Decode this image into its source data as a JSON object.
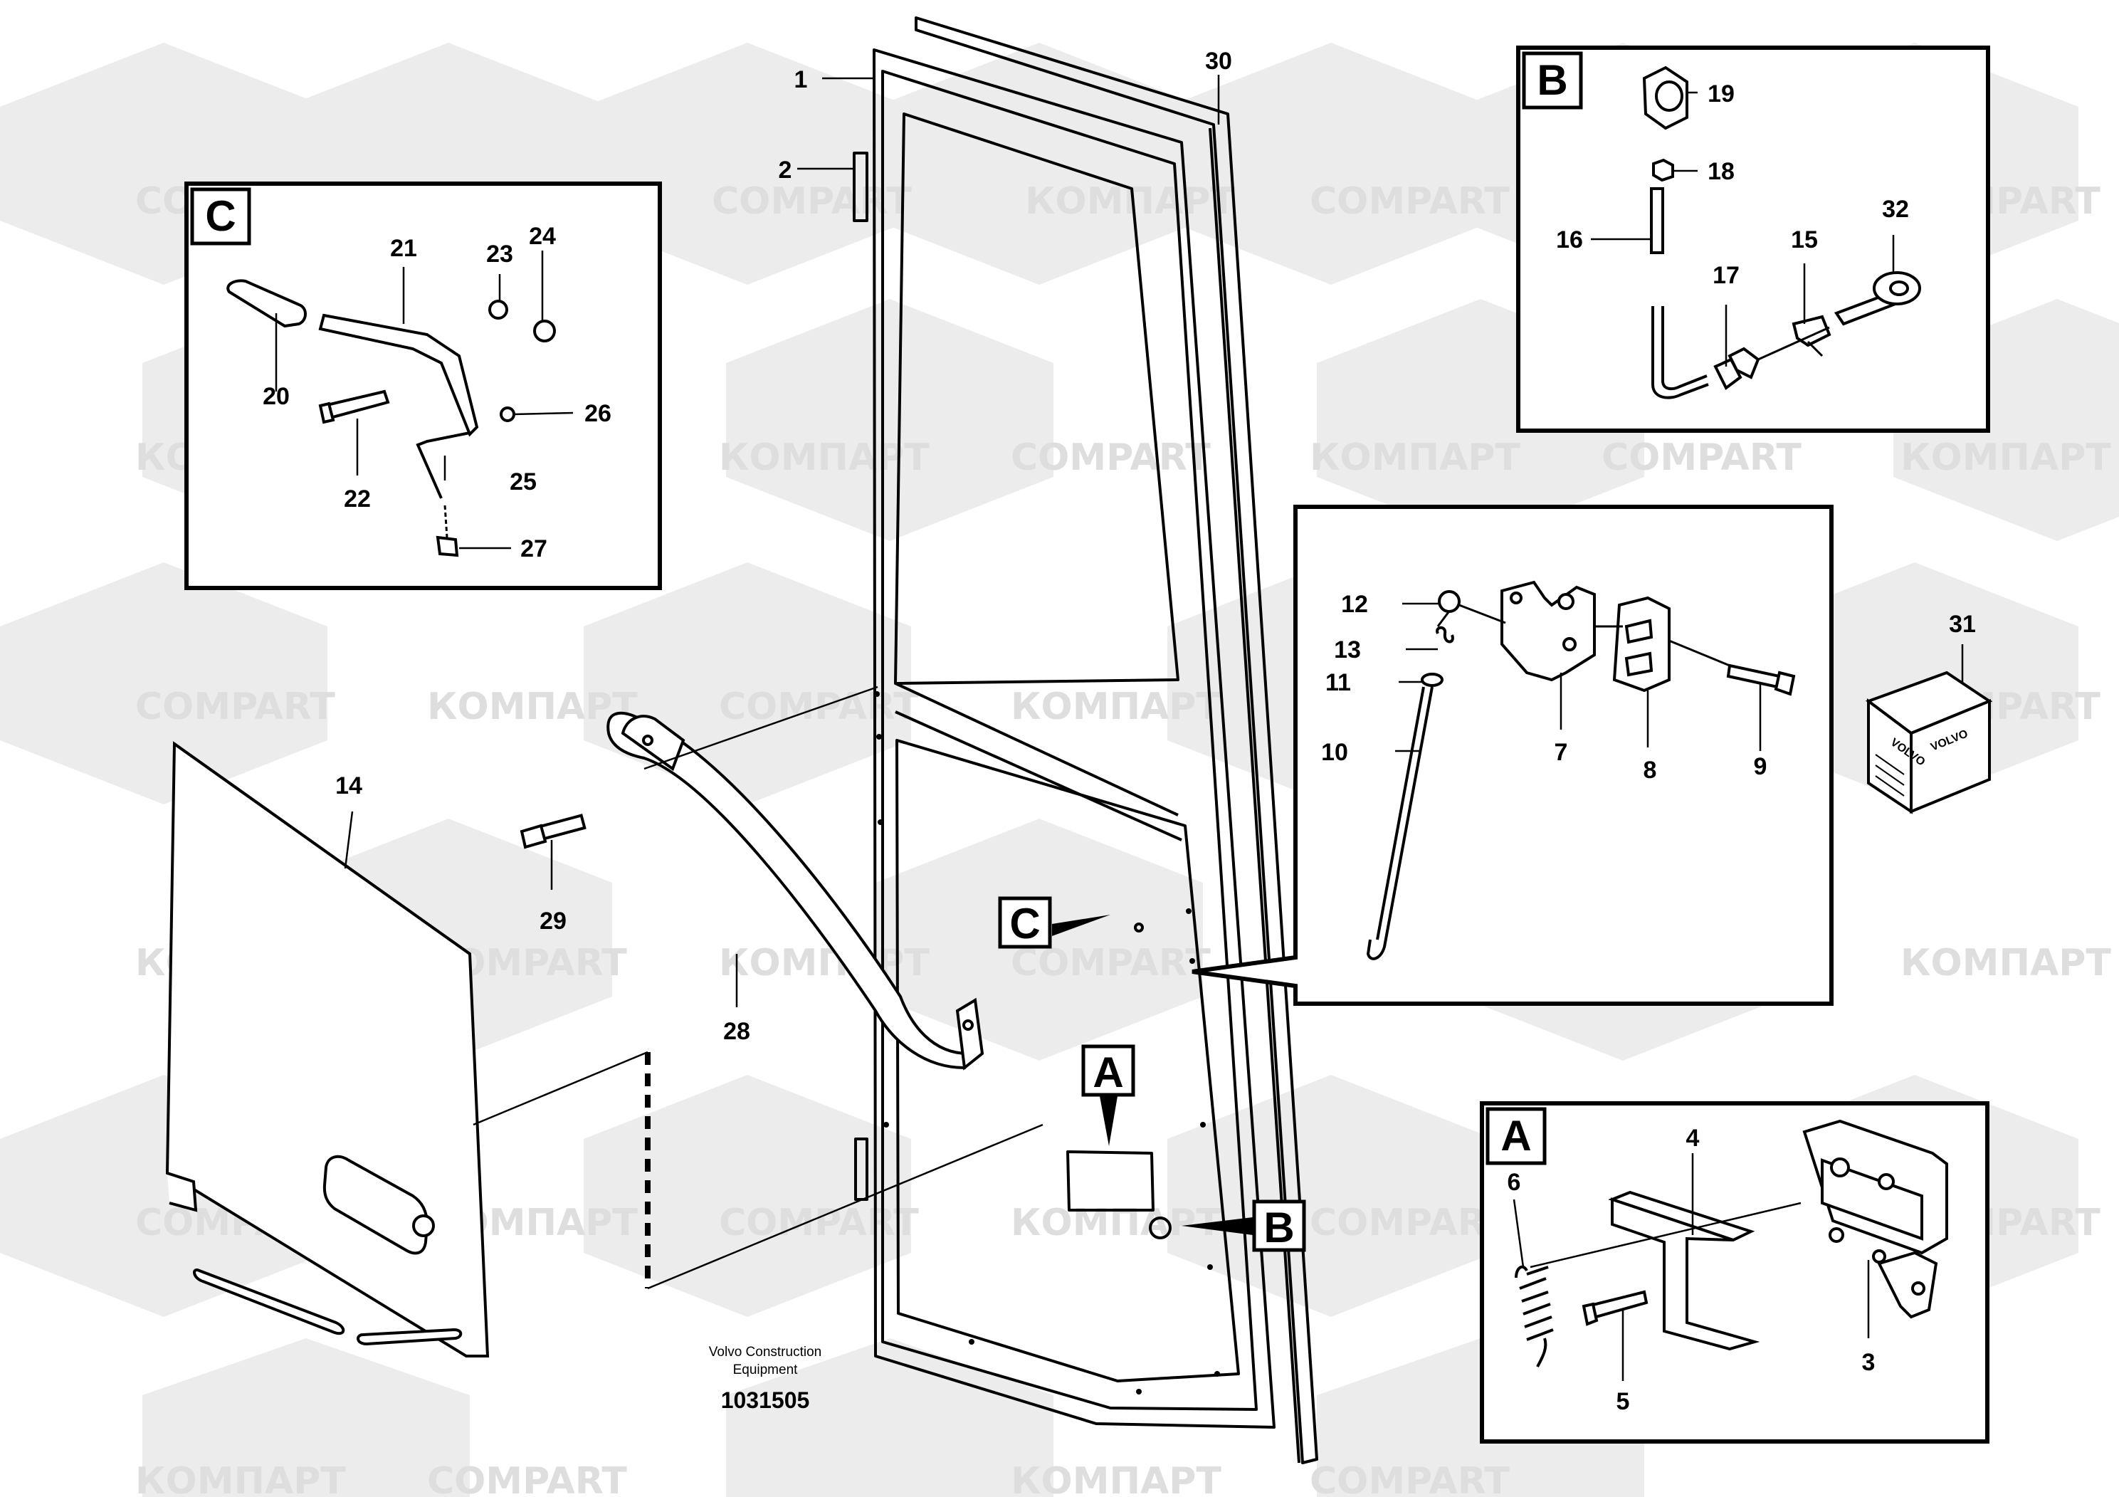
{
  "watermark": {
    "latin": "COMPART",
    "cyrillic": "КОМПАРТ"
  },
  "footer": {
    "maker_line1": "Volvo Construction",
    "maker_line2": "Equipment",
    "drawing_no": "1031505"
  },
  "detail_labels": {
    "a": "A",
    "b": "B",
    "c": "C"
  },
  "part_numbers": {
    "p1": "1",
    "p2": "2",
    "p3": "3",
    "p4": "4",
    "p5": "5",
    "p6": "6",
    "p7": "7",
    "p8": "8",
    "p9": "9",
    "p10": "10",
    "p11": "11",
    "p12": "12",
    "p13": "13",
    "p14": "14",
    "p15": "15",
    "p16": "16",
    "p17": "17",
    "p18": "18",
    "p19": "19",
    "p20": "20",
    "p21": "21",
    "p22": "22",
    "p23": "23",
    "p24": "24",
    "p25": "25",
    "p26": "26",
    "p27": "27",
    "p28": "28",
    "p29": "29",
    "p30": "30",
    "p31": "31",
    "p32": "32"
  },
  "kit_box": {
    "brand_1": "VOLVO",
    "brand_2": "VOLVO"
  }
}
